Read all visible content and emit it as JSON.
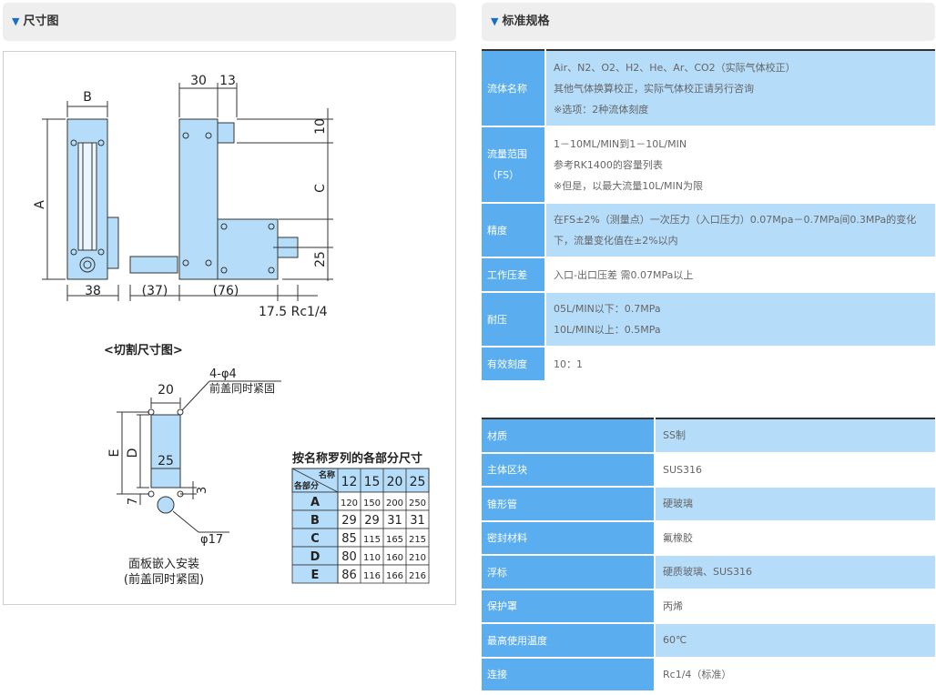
{
  "left_header": {
    "triangle": "▼",
    "title": "尺寸图"
  },
  "right_header": {
    "triangle": "▼",
    "title": "标准规格"
  },
  "diagram": {
    "labels": {
      "B": "B",
      "A": "A",
      "w38": "38",
      "w37": "(37)",
      "w76": "(76)",
      "w30": "30",
      "w13": "13",
      "h10": "10",
      "C": "C",
      "h25": "25",
      "rc": "17.5 Rc1/4",
      "cut_title": "<切割尺寸图>",
      "w20": "20",
      "holes": "4-φ4",
      "holes_note": "前盖同时紧固",
      "E": "E",
      "D": "D",
      "w25": "25",
      "h7": "7",
      "h3": "3",
      "phi17": "φ17",
      "mount1": "面板嵌入安装",
      "mount2": "(前盖同时紧固)"
    },
    "size_table": {
      "title": "按名称罗列的各部分尺寸",
      "corner_top": "名称",
      "corner_bottom": "各部分",
      "columns": [
        "12",
        "15",
        "20",
        "25"
      ],
      "rows": [
        {
          "name": "A",
          "values": [
            "120",
            "150",
            "200",
            "250"
          ]
        },
        {
          "name": "B",
          "values": [
            "29",
            "29",
            "31",
            "31"
          ]
        },
        {
          "name": "C",
          "values": [
            "85",
            "115",
            "165",
            "215"
          ]
        },
        {
          "name": "D",
          "values": [
            "80",
            "110",
            "160",
            "210"
          ]
        },
        {
          "name": "E",
          "values": [
            "86",
            "116",
            "166",
            "216"
          ]
        }
      ]
    }
  },
  "spec_table_1": [
    {
      "label": [
        "流体名称"
      ],
      "lines": [
        "Air、N2、O2、H2、He、Ar、CO2（实际气体校正）",
        "其他气体换算校正，实际气体校正请另行咨询",
        "※选项：2种流体刻度"
      ]
    },
    {
      "label": [
        "流量范围",
        "（FS）"
      ],
      "lines": [
        "1－10ML/MIN到1－10L/MIN",
        "参考RK1400的容量列表",
        "※但是，以最大流量10L/MIN为限"
      ]
    },
    {
      "label": [
        "精度"
      ],
      "lines": [
        "在FS±2%（测量点）一次压力（入口压力）0.07Mpa－0.7MPa间0.3MPa的变化下，流量变化值在±2%以内"
      ]
    },
    {
      "label": [
        "工作压差"
      ],
      "lines": [
        "入口-出口压差 需0.07MPa以上"
      ]
    },
    {
      "label": [
        "耐压"
      ],
      "lines": [
        "05L/MIN以下：0.7MPa",
        "10L/MIN以上：0.5MPa"
      ]
    },
    {
      "label": [
        "有效刻度"
      ],
      "lines": [
        "10：1"
      ]
    }
  ],
  "spec_table_2": [
    {
      "label": "材质",
      "value": "SS制"
    },
    {
      "label": "主体区块",
      "value": "SUS316"
    },
    {
      "label": "锥形管",
      "value": "硬玻璃"
    },
    {
      "label": "密封材料",
      "value": "氟橡胶"
    },
    {
      "label": "浮标",
      "value": "硬质玻璃、SUS316"
    },
    {
      "label": "保护罩",
      "value": "丙烯"
    },
    {
      "label": "最高使用温度",
      "value": "60℃"
    },
    {
      "label": "连接",
      "value": "Rc1/4（标准）"
    }
  ]
}
